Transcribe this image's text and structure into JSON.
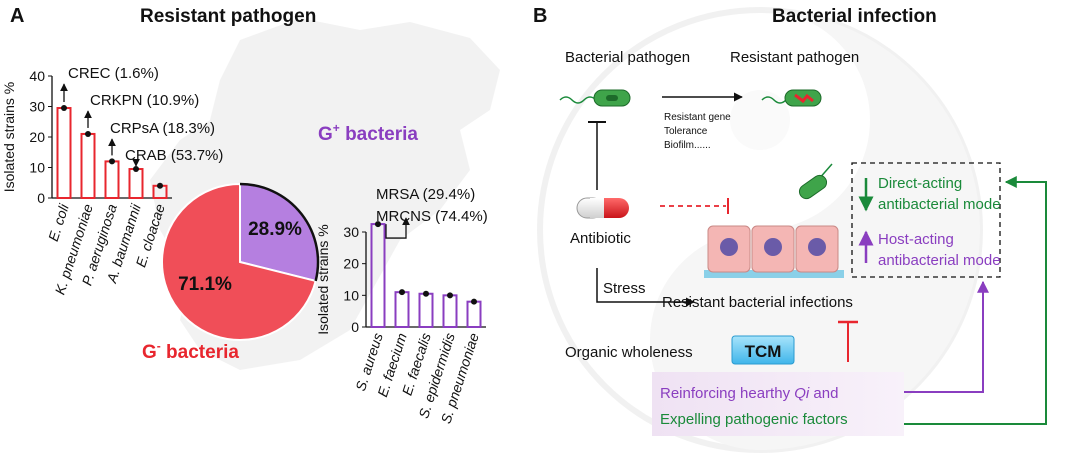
{
  "panel_a": {
    "letter": "A",
    "title": "Resistant pathogen",
    "left_chart": {
      "ylabel": "Isolated strains %",
      "ylim": [
        0,
        40
      ],
      "ticks": [
        "0",
        "10",
        "20",
        "30",
        "40"
      ],
      "categories": [
        "E. coli",
        "K. pneumoniae",
        "P. aeruginosa",
        "A. baumannii",
        "E. cloacae"
      ],
      "values": [
        29.5,
        21,
        12,
        9.5,
        4
      ],
      "annotations": [
        "CREC (1.6%)",
        "CRKPN (10.9%)",
        "CRPsA (18.3%)",
        "CRAB (53.7%)"
      ],
      "color": "#e8262e"
    },
    "pie": {
      "slices": [
        {
          "label": "28.9%",
          "value": 28.9,
          "color": "#b57fe0"
        },
        {
          "label": "71.1%",
          "value": 71.1,
          "color": "#f04e58"
        }
      ],
      "gplus_label": "G",
      "gplus_sup": "+",
      "gplus_suffix": " bacteria",
      "gplus_color": "#8a3ec0",
      "gminus_label": "G",
      "gminus_sup": "-",
      "gminus_suffix": " bacteria",
      "gminus_color": "#e8262e"
    },
    "right_chart": {
      "ylabel": "Isolated strains %",
      "ylim": [
        0,
        30
      ],
      "ticks": [
        "0",
        "10",
        "20",
        "30"
      ],
      "categories": [
        "S. aureus",
        "E. faecium",
        "E. faecalis",
        "S. epidermidis",
        "S. pneumoniae"
      ],
      "values": [
        32.5,
        11,
        10.5,
        10,
        8
      ],
      "annotations": [
        "MRSA (29.4%)",
        "MRCNS (74.4%)"
      ],
      "color": "#8a3ec0"
    }
  },
  "panel_b": {
    "letter": "B",
    "title": "Bacterial infection",
    "bacterial_pathogen": "Bacterial pathogen",
    "resistant_pathogen": "Resistant pathogen",
    "mechanisms": [
      "Resistant gene",
      "Tolerance",
      "Biofilm......"
    ],
    "antibiotic": "Antibiotic",
    "stress": "Stress",
    "resistant_infections": "Resistant bacterial infections",
    "organic_wholeness": "Organic wholeness",
    "tcm": "TCM",
    "direct_acting": [
      "Direct-acting",
      "antibacterial mode"
    ],
    "host_acting": [
      "Host-acting",
      "antibacterial mode"
    ],
    "reinforcing_pre": "Reinforcing hearthy ",
    "reinforcing_qi": "Qi",
    "reinforcing_post": " and",
    "expelling": "Expelling pathogenic factors",
    "colors": {
      "green": "#1a8a3a",
      "purple": "#8a3ec0",
      "red": "#e8262e"
    }
  }
}
